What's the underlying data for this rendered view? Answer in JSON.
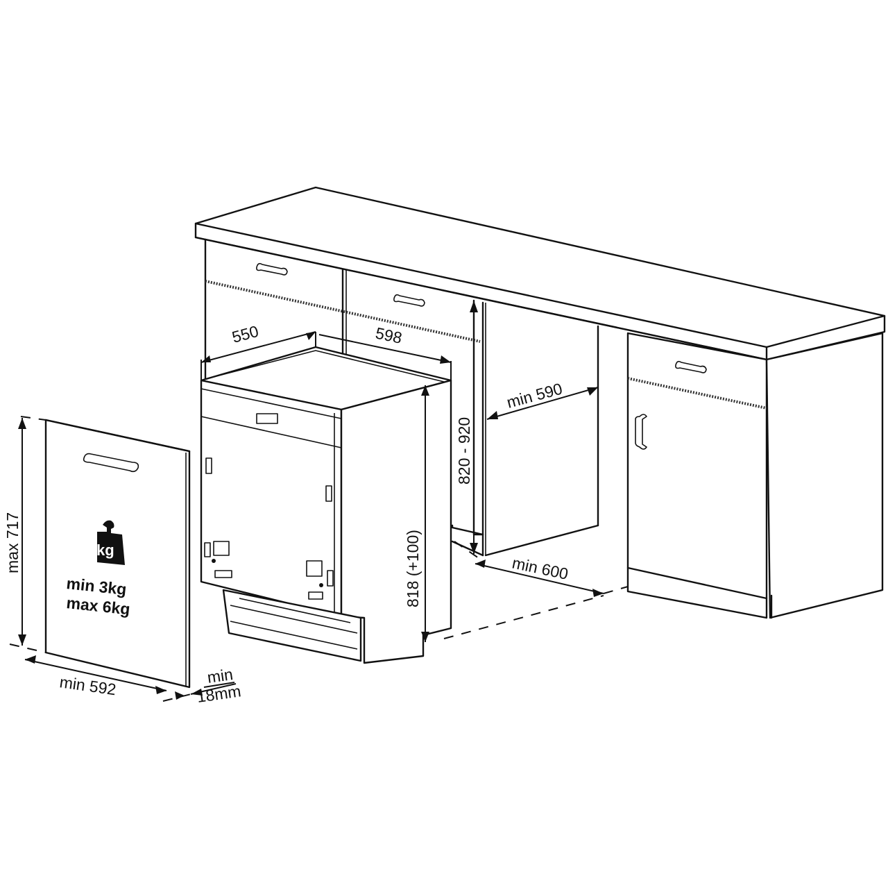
{
  "diagram": {
    "type": "built-in dishwasher installation dimensions",
    "units": "mm",
    "colors": {
      "line": "#111111",
      "background": "#ffffff",
      "text": "#111111"
    },
    "dimensions": {
      "appliance_depth": "550",
      "appliance_width": "598",
      "appliance_height": "818 (+100)",
      "worktop_height_range": "820 - 920",
      "niche_depth": "min 590",
      "niche_width": "min 600",
      "door_panel_height": "max 717",
      "door_panel_width": "min 592",
      "door_panel_thickness_line1": "min",
      "door_panel_thickness_line2": "18mm"
    },
    "door_panel": {
      "weight_icon_label": "kg",
      "weight_min": "min  3kg",
      "weight_max": "max 6kg"
    }
  }
}
